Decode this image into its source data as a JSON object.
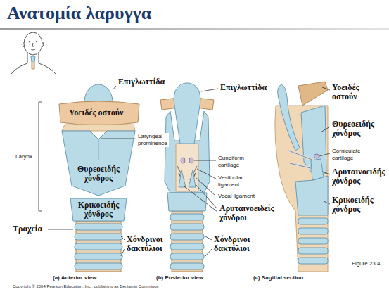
{
  "diagram": {
    "title": "Ανατομία λαρυγγα",
    "labels": [
      "Επιγλωττίδα",
      "Υοειδές οστούν",
      "Larynx",
      "Laryngeal prominence",
      "Θυρεοειδής χόνδρος",
      "Κρικοειδής χόνδρος",
      "Τραχεία",
      "Χόνδρινοι δακτύλιοι",
      "(a) Anterior view",
      "Επιγλωττίδα",
      "Cuneiform cartilage",
      "Vestibular ligament",
      "Vocal ligament",
      "Αρυταινοειδείς χόνδροι",
      "Χόνδρινοι δακτύλιοι",
      "(b) Posterior view",
      "Υοειδές οστούν",
      "Θυρεοειδής χόνδρος",
      "Corniculate cartilage",
      "Αρυταινοειδής χόνδρος",
      "Κρικοειδής χόνδρος",
      "(c) Sagittal section",
      "Figure 23.4",
      "Copyright © 2004 Pearson Education, Inc., publishing as Benjamin Cummings"
    ]
  }
}
